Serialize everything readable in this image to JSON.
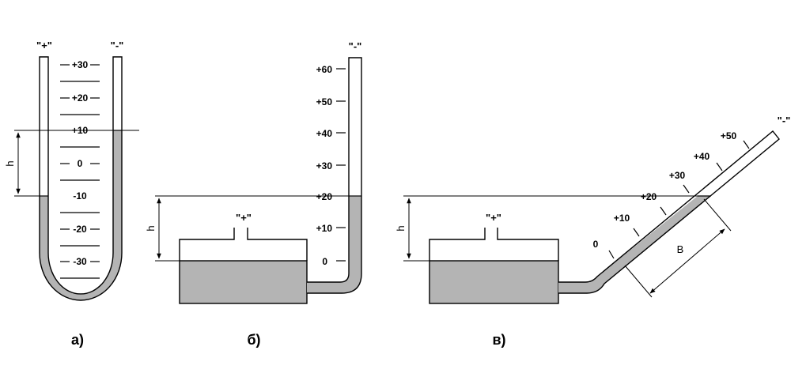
{
  "panel_a": {
    "plus_label": "\"+\"",
    "minus_label": "\"-\"",
    "scale": [
      "+30",
      "+20",
      "+10",
      "0",
      "-10",
      "-20",
      "-30"
    ],
    "h_label": "h",
    "caption": "а)"
  },
  "panel_b": {
    "plus_label": "\"+\"",
    "minus_label": "\"-\"",
    "scale": [
      "+60",
      "+50",
      "+40",
      "+30",
      "+20",
      "+10",
      "0"
    ],
    "h_label": "h",
    "caption": "б)"
  },
  "panel_c": {
    "plus_label": "\"+\"",
    "minus_label": "\"-\"",
    "scale": [
      "0",
      "+10",
      "+20",
      "+30",
      "+40",
      "+50"
    ],
    "h_label": "h",
    "b_label": "В",
    "caption": "в)"
  },
  "colors": {
    "liquid": "#b4b4b4",
    "stroke": "#000000"
  }
}
